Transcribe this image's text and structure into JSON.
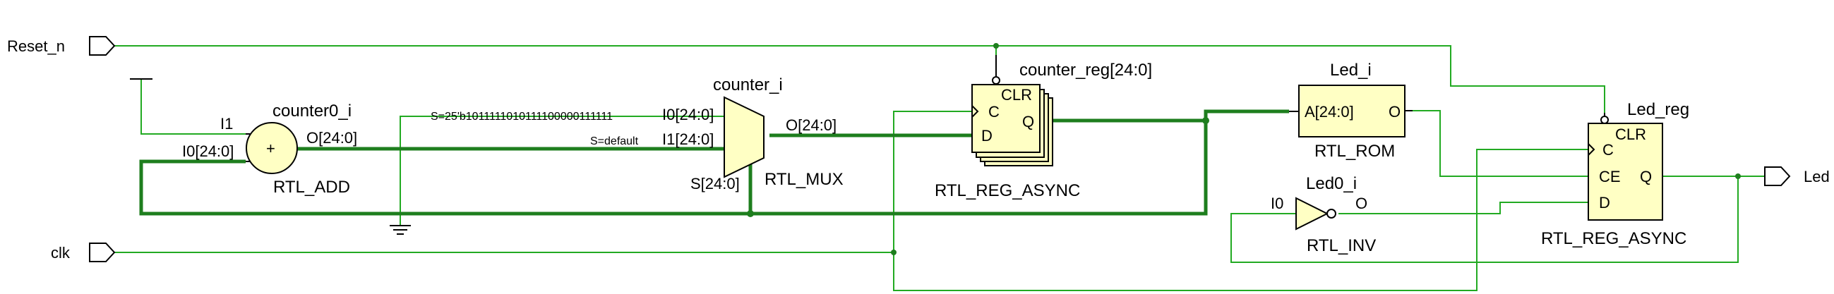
{
  "ports": {
    "reset_n": "Reset_n",
    "clk": "clk",
    "led": "Led"
  },
  "counter0_i": {
    "name": "counter0_i",
    "type": "RTL_ADD",
    "pin_i1": "I1",
    "pin_i0": "I0[24:0]",
    "pin_o": "O[24:0]",
    "symbol": "+"
  },
  "counter_i": {
    "name": "counter_i",
    "type": "RTL_MUX",
    "pin_i0": "I0[24:0]",
    "pin_i1": "I1[24:0]",
    "pin_s": "S[24:0]",
    "pin_o": "O[24:0]",
    "cond_i0": "S=25'b1011111010111100000111111",
    "cond_i1": "S=default"
  },
  "counter_reg": {
    "name": "counter_reg[24:0]",
    "type": "RTL_REG_ASYNC",
    "pin_clr": "CLR",
    "pin_c": "C",
    "pin_d": "D",
    "pin_q": "Q"
  },
  "led_i": {
    "name": "Led_i",
    "type": "RTL_ROM",
    "pin_a": "A[24:0]",
    "pin_o": "O"
  },
  "led0_i": {
    "name": "Led0_i",
    "type": "RTL_INV",
    "pin_i0": "I0",
    "pin_o": "O"
  },
  "led_reg": {
    "name": "Led_reg",
    "type": "RTL_REG_ASYNC",
    "pin_clr": "CLR",
    "pin_c": "C",
    "pin_ce": "CE",
    "pin_d": "D",
    "pin_q": "Q"
  },
  "colors": {
    "wire": "#22aa22",
    "bus": "#1e7e1e",
    "block_fill": "#ffffc4"
  }
}
